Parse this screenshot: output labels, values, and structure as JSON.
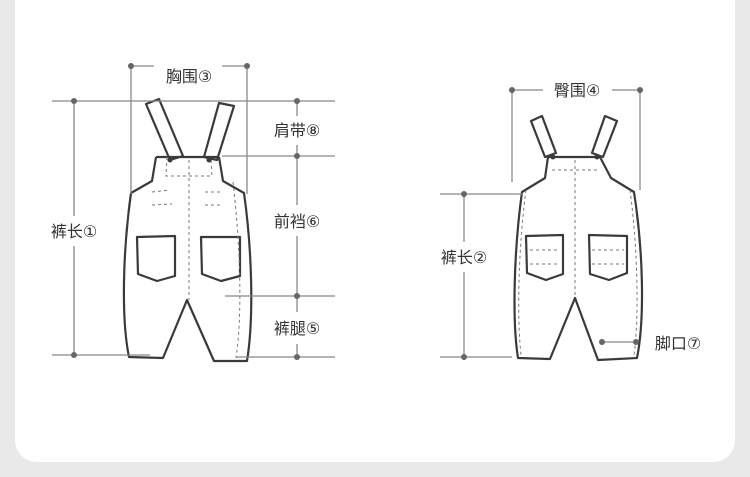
{
  "labels": {
    "chest": "胸围③",
    "hip": "臀围④",
    "strap": "肩带⑧",
    "front_rise": "前裆⑥",
    "thigh": "裤腿⑤",
    "length_front": "裤长①",
    "length_back": "裤长②",
    "leg_opening": "脚口⑦"
  },
  "colors": {
    "background": "#e9e9e9",
    "card": "#ffffff",
    "garment_stroke": "#3a3a3a",
    "measure_line": "#888888",
    "text": "#333333"
  }
}
